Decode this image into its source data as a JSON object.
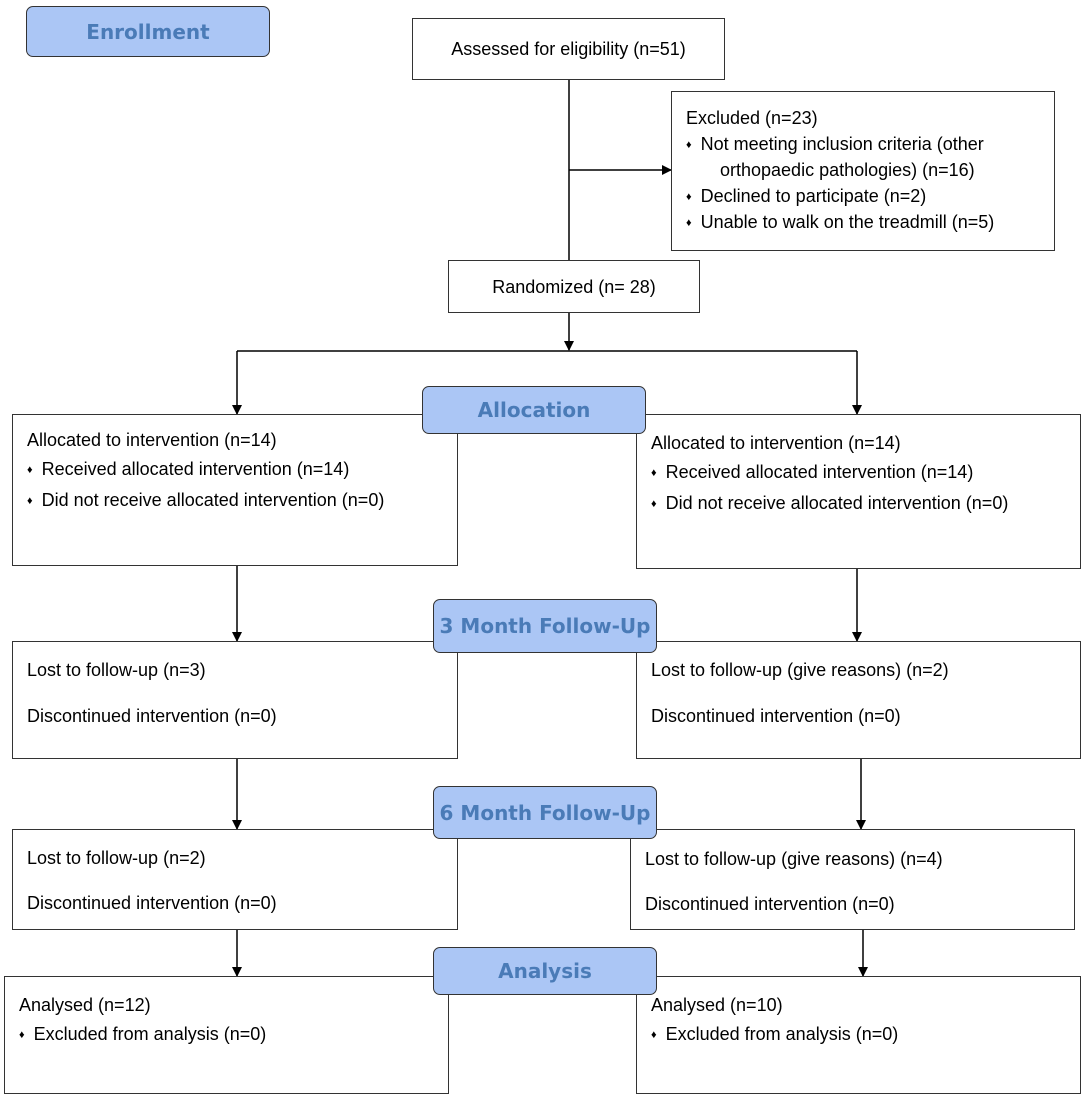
{
  "stages": {
    "enrollment": "Enrollment",
    "allocation": "Allocation",
    "followup3": "3 Month Follow-Up",
    "followup6": "6 Month Follow-Up",
    "analysis": "Analysis"
  },
  "assessed": "Assessed for eligibility (n=51)",
  "excluded": {
    "title": "Excluded  (n=23)",
    "items": [
      "Not meeting inclusion criteria (other",
      "orthopaedic pathologies) (n=16)",
      "Declined to participate (n=2)",
      "Unable to walk on the treadmill (n=5)"
    ]
  },
  "randomized": "Randomized (n= 28)",
  "allocation": {
    "left": {
      "title": "Allocated to intervention (n=14)",
      "items": [
        "Received allocated intervention (n=14)",
        "Did not receive allocated intervention (n=0)"
      ]
    },
    "right": {
      "title": "Allocated to intervention (n=14)",
      "items": [
        "Received allocated intervention (n=14)",
        "Did not receive allocated intervention (n=0)"
      ]
    }
  },
  "followup3": {
    "left": {
      "lost": "Lost to follow-up (n=3)",
      "discontinued": "Discontinued intervention (n=0)"
    },
    "right": {
      "lost": "Lost to follow-up (give reasons) (n=2)",
      "discontinued": "Discontinued intervention (n=0)"
    }
  },
  "followup6": {
    "left": {
      "lost": "Lost to follow-up (n=2)",
      "discontinued": "Discontinued intervention (n=0)"
    },
    "right": {
      "lost": "Lost to follow-up (give reasons) (n=4)",
      "discontinued": "Discontinued intervention (n=0)"
    }
  },
  "analysis": {
    "left": {
      "title": "Analysed  (n=12)",
      "items": [
        "Excluded from analysis (n=0)"
      ]
    },
    "right": {
      "title": "Analysed  (n=10)",
      "items": [
        "Excluded from analysis (n=0)"
      ]
    }
  }
}
